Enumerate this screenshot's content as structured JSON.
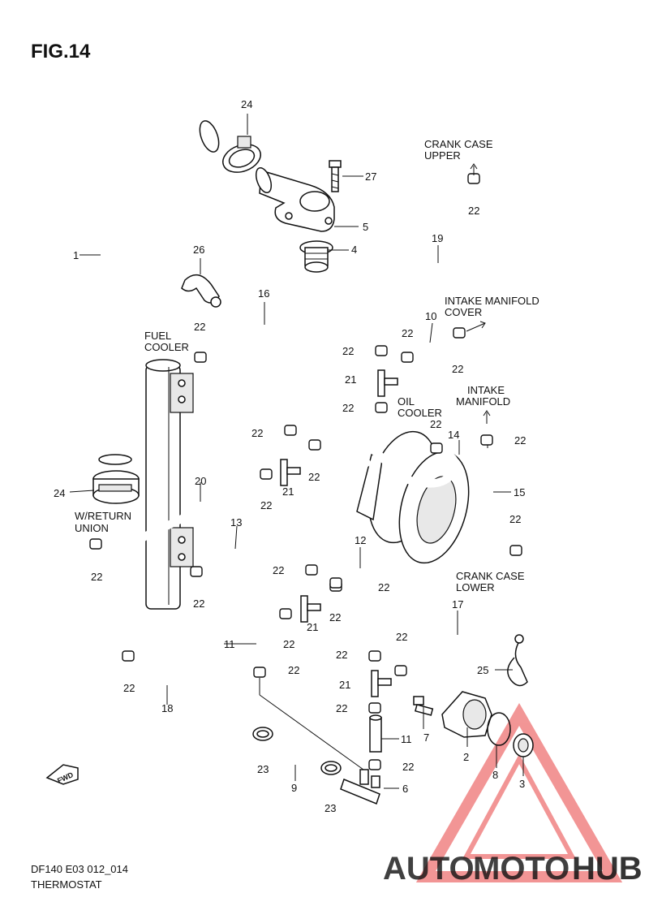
{
  "figure_title": "FIG.14",
  "footer": {
    "model_code": "DF140 E03 012_014",
    "section_name": "THERMOSTAT"
  },
  "notes": {
    "crank_case_upper_1": "CRANK CASE",
    "crank_case_upper_2": "UPPER",
    "intake_manifold_cover_1": "INTAKE MANIFOLD",
    "intake_manifold_cover_2": "COVER",
    "intake_manifold_1": "INTAKE",
    "intake_manifold_2": "MANIFOLD",
    "fuel_cooler_1": "FUEL",
    "fuel_cooler_2": "COOLER",
    "oil_cooler_1": "OIL",
    "oil_cooler_2": "COOLER",
    "return_union_1": "W/RETURN",
    "return_union_2": "UNION",
    "crank_case_lower_1": "CRANK CASE",
    "crank_case_lower_2": "LOWER",
    "fwd": "FWD"
  },
  "callouts": {
    "c1": "1",
    "c2": "2",
    "c3": "3",
    "c4": "4",
    "c5": "5",
    "c6": "6",
    "c7": "7",
    "c8": "8",
    "c9": "9",
    "c10": "10",
    "c11a": "11",
    "c11b": "11",
    "c12": "12",
    "c13": "13",
    "c14": "14",
    "c15": "15",
    "c16": "16",
    "c17": "17",
    "c18": "18",
    "c19": "19",
    "c20": "20",
    "c21a": "21",
    "c21b": "21",
    "c21c": "21",
    "c21d": "21",
    "c22a": "22",
    "c22b": "22",
    "c22c": "22",
    "c22d": "22",
    "c22e": "22",
    "c22f": "22",
    "c22g": "22",
    "c22h": "22",
    "c22i": "22",
    "c22j": "22",
    "c22k": "22",
    "c22l": "22",
    "c22m": "22",
    "c22n": "22",
    "c22o": "22",
    "c22p": "22",
    "c22q": "22",
    "c22r": "22",
    "c22s": "22",
    "c22t": "22",
    "c22u": "22",
    "c22v": "22",
    "c22w": "22",
    "c23a": "23",
    "c23b": "23",
    "c24a": "24",
    "c24b": "24",
    "c25": "25",
    "c26": "26",
    "c27": "27"
  },
  "watermark": {
    "part1": "AUTO",
    "part2": "MOTO",
    "part3": "HUB",
    "color_auto": "#f3b24a",
    "color_moto": "#ef4b4b",
    "color_hub": "#555555",
    "triangle_color": "#e84040"
  }
}
